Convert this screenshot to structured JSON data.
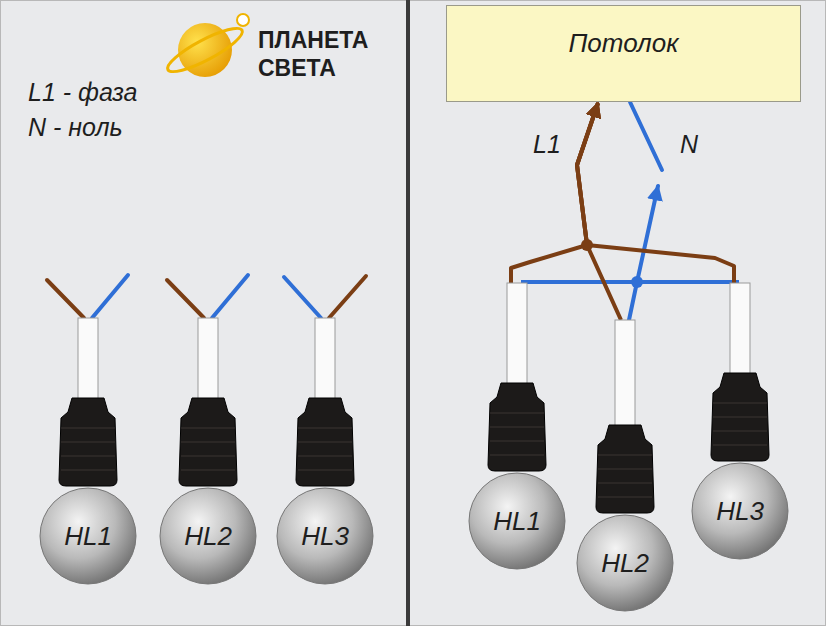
{
  "diagram": {
    "nodes": [
      {
        "text": [
          "HL1"
        ]
      },
      {
        "text": [
          "HL2"
        ]
      },
      {
        "text": [
          "HL3"
        ]
      },
      {
        "text": [
          "Потолок"
        ]
      },
      {
        "text": [
          "HL1"
        ]
      },
      {
        "text": [
          "HL2"
        ]
      },
      {
        "text": [
          "HL3"
        ]
      }
    ],
    "edges": [
      {
        "from": 4,
        "to": 3,
        "arrow": "to"
      },
      {
        "from": 5,
        "to": 3,
        "arrow": "to"
      },
      {
        "from": 6,
        "to": 3,
        "arrow": "to"
      }
    ],
    "labels": [
      "ПЛАНЕТА СВЕТА",
      "L1 - фаза",
      "N - ноль",
      "L1",
      "N"
    ]
  }
}
